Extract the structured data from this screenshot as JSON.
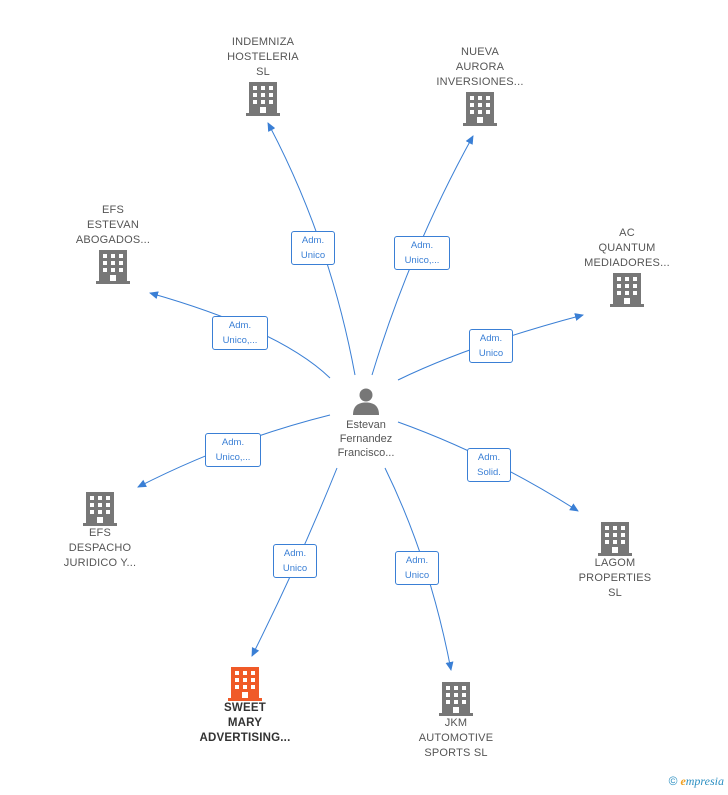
{
  "colors": {
    "edge": "#3a7fd5",
    "building": "#777777",
    "building_highlight": "#f05a28",
    "person": "#777777"
  },
  "center": {
    "label": "Estevan\nFernandez\nFrancisco...",
    "icon": "person-icon"
  },
  "companies": [
    {
      "id": "indemniza",
      "label": "INDEMNIZA\nHOSTELERIA\nSL",
      "icon": "building-icon",
      "highlight": false
    },
    {
      "id": "nueva",
      "label": "NUEVA\nAURORA\nINVERSIONES...",
      "icon": "building-icon",
      "highlight": false
    },
    {
      "id": "efs-estevan",
      "label": "EFS\nESTEVAN\nABOGADOS...",
      "icon": "building-icon",
      "highlight": false
    },
    {
      "id": "ac-quantum",
      "label": "AC\nQUANTUM\nMEDIADORES...",
      "icon": "building-icon",
      "highlight": false
    },
    {
      "id": "efs-despacho",
      "label": "EFS\nDESPACHO\nJURIDICO Y...",
      "icon": "building-icon",
      "highlight": false
    },
    {
      "id": "lagom",
      "label": "LAGOM\nPROPERTIES\nSL",
      "icon": "building-icon",
      "highlight": false
    },
    {
      "id": "sweet",
      "label": "SWEET\nMARY\nADVERTISING...",
      "icon": "building-icon",
      "highlight": true
    },
    {
      "id": "jkm",
      "label": "JKM\nAUTOMOTIVE\nSPORTS  SL",
      "icon": "building-icon",
      "highlight": false
    }
  ],
  "roles": [
    {
      "target": "indemniza",
      "label": "Adm.\nUnico"
    },
    {
      "target": "nueva",
      "label": "Adm.\nUnico,..."
    },
    {
      "target": "efs-estevan",
      "label": "Adm.\nUnico,..."
    },
    {
      "target": "ac-quantum",
      "label": "Adm.\nUnico"
    },
    {
      "target": "efs-despacho",
      "label": "Adm.\nUnico,..."
    },
    {
      "target": "lagom",
      "label": "Adm.\nSolid."
    },
    {
      "target": "sweet",
      "label": "Adm.\nUnico"
    },
    {
      "target": "jkm",
      "label": "Adm.\nUnico"
    }
  ],
  "footer": {
    "copyright": "©",
    "brand_first": "e",
    "brand_rest": "mpresia"
  }
}
